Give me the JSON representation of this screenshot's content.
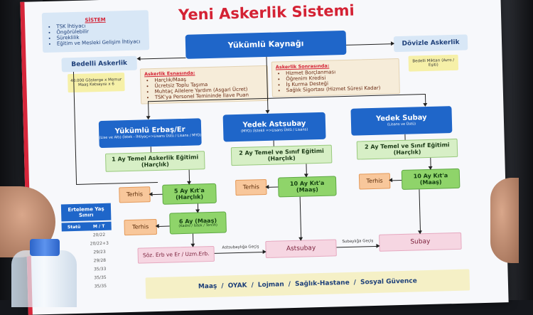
{
  "title": "Yeni Askerlik Sistemi",
  "sistem": {
    "header": "SİSTEM",
    "items": [
      "TSK İhtiyacı",
      "Öngörülebilir",
      "Süreklilik",
      "Eğitim ve Mesleki Gelişim İhtiyacı"
    ]
  },
  "source": "Yükümlü Kaynağı",
  "bedelli": {
    "label": "Bedelli Askerlik",
    "note": "40.000 Gösterge x Memur Maaş Katsayısı x 6"
  },
  "dovizle": {
    "label": "Dövizle Askerlik",
    "note": "Bedelli Miktarı (Avro / Eşiti)"
  },
  "esnasinda": {
    "header": "Askerlik Esnasında:",
    "items": [
      "Harçlık/Maaş",
      "Ücretsiz Toplu Taşıma",
      "Muhtaç Ailelere Yardım (Asgari Ücret)",
      "TSK'ya Personel Temininde İlave Puan"
    ]
  },
  "sonrasinda": {
    "header": "Askerlik Sonrasında:",
    "items": [
      "Hizmet Borçlanması",
      "Öğrenim Kredisi",
      "İş Kurma Desteği",
      "Sağlık Sigortası (Hizmet Süresi Kadar)"
    ]
  },
  "erbas": {
    "title": "Yükümlü Erbaş/Er",
    "sub": "(Lise ve Altı) (İstek - İhtiyaç=>Lisans Üstü / Lisans / MYO)",
    "training": "1 Ay Temel Askerlik Eğitimi (Harçlık)",
    "terhis1": "Terhis",
    "kita": "5 Ay Kıt'a (Harçlık)",
    "terhis2": "Terhis",
    "ext": "6 Ay (Maaş)",
    "ext_sub": "(Kadro / İstek / Tercih)",
    "result": "Söz. Erb ve Er / Uzm.Erb."
  },
  "astsubay": {
    "title": "Yedek Astsubay",
    "sub": "(MYO) (İstekli =>Lisans Üstü / Lisans)",
    "training": "2 Ay Temel ve Sınıf Eğitimi (Harçlık)",
    "terhis": "Terhis",
    "kita": "10 Ay Kıt'a (Maaş)",
    "result": "Astsubay"
  },
  "subay": {
    "title": "Yedek Subay",
    "sub": "(Lisans ve Üstü)",
    "training": "2 Ay Temel ve Sınıf Eğitimi (Harçlık)",
    "terhis": "Terhis",
    "kita": "10 Ay Kıt'a (Maaş)",
    "result": "Subay"
  },
  "transitions": {
    "to_astsubay": "Astsubaylığa Geçiş",
    "to_subay": "Subaylığa Geçiş"
  },
  "erteleme": {
    "title": "Erteleme Yaş Sınırı",
    "headers": [
      "Statü",
      "M / T"
    ],
    "rows": [
      [
        "",
        "20/22"
      ],
      [
        "",
        "20/22+3"
      ],
      [
        "",
        "29/23"
      ],
      [
        "",
        "29/28"
      ],
      [
        "",
        "35/33"
      ],
      [
        "",
        "35/35"
      ],
      [
        "",
        "35/35"
      ]
    ]
  },
  "footer": {
    "items": [
      "Maaş",
      "OYAK",
      "Lojman",
      "Sağlık-Hastane",
      "Sosyal Güvence"
    ],
    "sep": "/"
  },
  "colors": {
    "title": "#d42234",
    "primary_blue": "#1f66c9",
    "green": "#8fd46a",
    "orange": "#f8c79b"
  }
}
